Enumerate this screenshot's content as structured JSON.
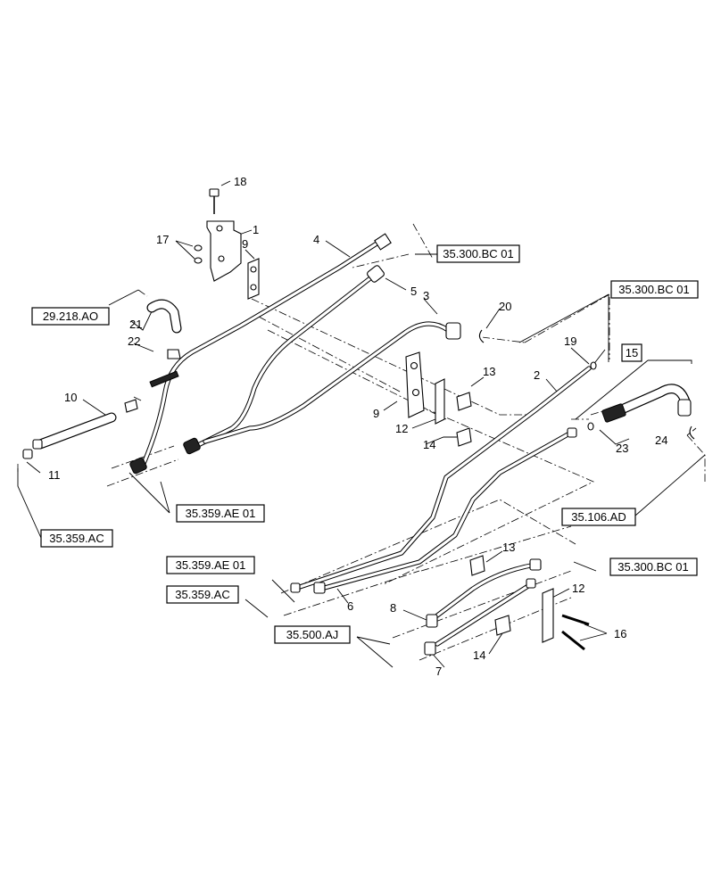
{
  "callouts": {
    "c1": "1",
    "c2": "2",
    "c3": "3",
    "c4": "4",
    "c5": "5",
    "c6": "6",
    "c7": "7",
    "c8": "8",
    "c9a": "9",
    "c9b": "9",
    "c10": "10",
    "c11": "11",
    "c12a": "12",
    "c12b": "12",
    "c13a": "13",
    "c13b": "13",
    "c14a": "14",
    "c14b": "14",
    "c15": "15",
    "c16": "16",
    "c17": "17",
    "c18": "18",
    "c19": "19",
    "c20": "20",
    "c21": "21",
    "c22": "22",
    "c23": "23",
    "c24": "24"
  },
  "references": {
    "ref_300bc_top": "35.300.BC 01",
    "ref_300bc_right": "35.300.BC 01",
    "ref_300bc_bottom": "35.300.BC 01",
    "ref_29218": "29.218.AO",
    "ref_359ae_left": "35.359.AE 01",
    "ref_359ac_left": "35.359.AC",
    "ref_106ad": "35.106.AD",
    "ref_359ae_bottom": "35.359.AE 01",
    "ref_359ac_bottom": "35.359.AC",
    "ref_500aj": "35.500.AJ"
  }
}
